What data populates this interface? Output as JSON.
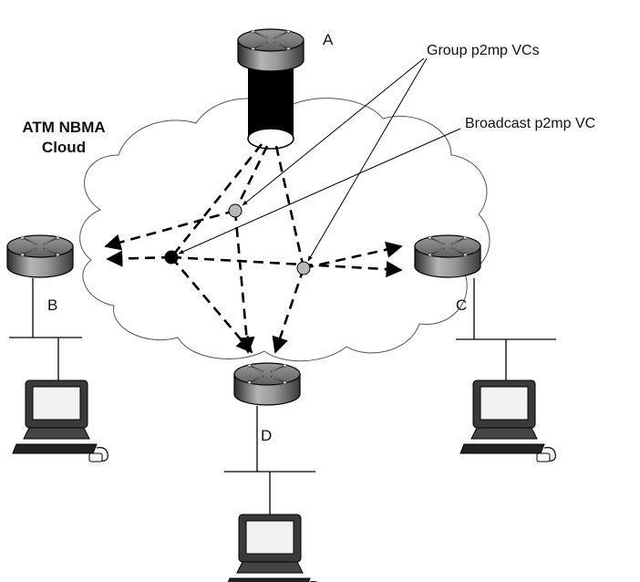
{
  "cloud": {
    "title_line1": "ATM NBMA",
    "title_line2": "Cloud"
  },
  "routers": {
    "a": "A",
    "b": "B",
    "c": "C",
    "d": "D"
  },
  "callouts": {
    "group": "Group p2mp VCs",
    "broadcast": "Broadcast p2mp VC"
  },
  "icons": [
    "router-icon",
    "workstation-icon",
    "atm-trunk-icon"
  ],
  "colors": {
    "group_vc_node": "#b8b8b8",
    "broadcast_vc_node": "#000000",
    "router_body": "#8a8a8a"
  }
}
